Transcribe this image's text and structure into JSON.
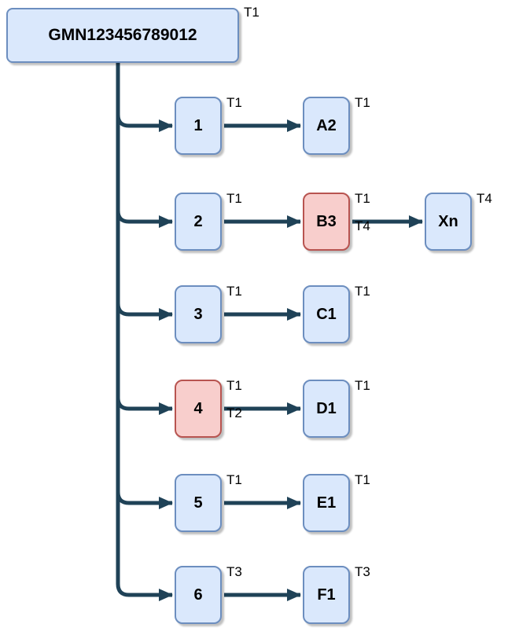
{
  "diagram": {
    "root": {
      "label": "GMN123456789012",
      "tag": "T1"
    },
    "rows": [
      {
        "mid": {
          "label": "1",
          "fill": "blue",
          "tags": [
            "T1"
          ]
        },
        "end": {
          "label": "A2",
          "fill": "blue",
          "tags": [
            "T1"
          ]
        }
      },
      {
        "mid": {
          "label": "2",
          "fill": "blue",
          "tags": [
            "T1"
          ]
        },
        "end": {
          "label": "B3",
          "fill": "red",
          "tags": [
            "T1",
            "T4"
          ]
        },
        "extra": {
          "label": "Xn",
          "fill": "blue",
          "tags": [
            "T4"
          ]
        }
      },
      {
        "mid": {
          "label": "3",
          "fill": "blue",
          "tags": [
            "T1"
          ]
        },
        "end": {
          "label": "C1",
          "fill": "blue",
          "tags": [
            "T1"
          ]
        }
      },
      {
        "mid": {
          "label": "4",
          "fill": "red",
          "tags": [
            "T1",
            "T2"
          ]
        },
        "end": {
          "label": "D1",
          "fill": "blue",
          "tags": [
            "T1"
          ]
        }
      },
      {
        "mid": {
          "label": "5",
          "fill": "blue",
          "tags": [
            "T1"
          ]
        },
        "end": {
          "label": "E1",
          "fill": "blue",
          "tags": [
            "T1"
          ]
        }
      },
      {
        "mid": {
          "label": "6",
          "fill": "blue",
          "tags": [
            "T3"
          ]
        },
        "end": {
          "label": "F1",
          "fill": "blue",
          "tags": [
            "T3"
          ]
        }
      }
    ]
  },
  "colors": {
    "blue_fill": "#dae8fc",
    "blue_border": "#6c8ebf",
    "red_fill": "#f8cecc",
    "red_border": "#b85450",
    "line": "#1f4257",
    "text": "#000000"
  }
}
